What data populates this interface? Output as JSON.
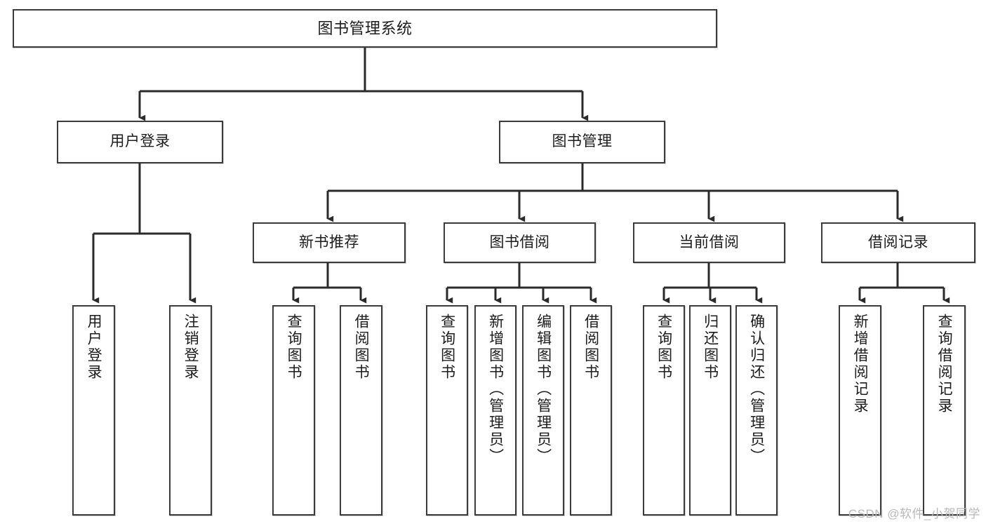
{
  "diagram": {
    "title": "图书管理系统",
    "levels": {
      "root": {
        "label": "图书管理系统"
      },
      "level2": [
        {
          "label": "用户登录"
        },
        {
          "label": "图书管理"
        }
      ],
      "level3": [
        {
          "label": "新书推荐"
        },
        {
          "label": "图书借阅"
        },
        {
          "label": "当前借阅"
        },
        {
          "label": "借阅记录"
        }
      ],
      "leaves": [
        {
          "label": "用户登录"
        },
        {
          "label": "注销登录"
        },
        {
          "label": "查询图书"
        },
        {
          "label": "借阅图书"
        },
        {
          "label": "查询图书"
        },
        {
          "label": "新增图书（管理员）"
        },
        {
          "label": "编辑图书（管理员）"
        },
        {
          "label": "借阅图书"
        },
        {
          "label": "查询图书"
        },
        {
          "label": "归还图书"
        },
        {
          "label": "确认归还（管理员）"
        },
        {
          "label": "新增借阅记录"
        },
        {
          "label": "查询借阅记录"
        }
      ]
    },
    "colors": {
      "stroke": "#3b3b3b",
      "background": "#ffffff",
      "text": "#1c1c1c",
      "watermark": "#b9b9b9"
    }
  },
  "watermark": {
    "text": "CSDN @软件_小贺同学"
  }
}
